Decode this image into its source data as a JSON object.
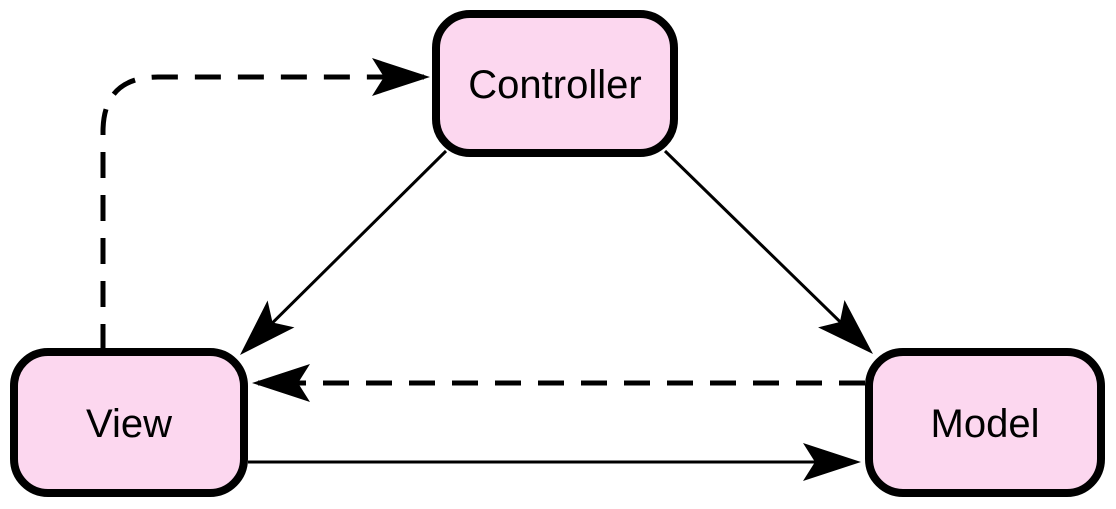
{
  "diagram": {
    "background_color": "#ffffff",
    "node_fill_color": "#fcd7ef",
    "node_border_color": "#000000",
    "edge_color": "#000000",
    "nodes": {
      "controller": {
        "label": "Controller"
      },
      "view": {
        "label": "View"
      },
      "model": {
        "label": "Model"
      }
    },
    "edges": [
      {
        "from": "View",
        "to": "Controller",
        "style": "dashed"
      },
      {
        "from": "Controller",
        "to": "View",
        "style": "solid"
      },
      {
        "from": "Controller",
        "to": "Model",
        "style": "solid"
      },
      {
        "from": "Model",
        "to": "View",
        "style": "dashed"
      },
      {
        "from": "View",
        "to": "Model",
        "style": "solid"
      }
    ]
  }
}
